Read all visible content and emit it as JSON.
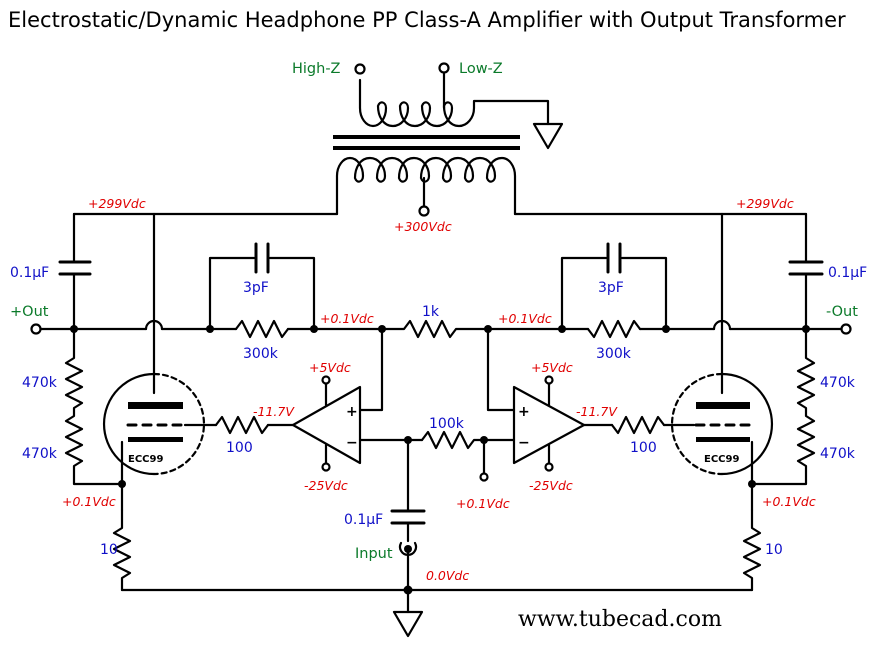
{
  "title": "Electrostatic/Dynamic Headphone PP Class-A Amplifier with Output Transformer",
  "url": "www.tubecad.com",
  "terminals": {
    "high_z": "High-Z",
    "low_z": "Low-Z",
    "plus_out": "+Out",
    "minus_out": "-Out",
    "input": "Input"
  },
  "components": {
    "cap_out_left": "0.1µF",
    "cap_out_right": "0.1µF",
    "cap_fb_left": "3pF",
    "cap_fb_right": "3pF",
    "res_fb_left": "300k",
    "res_fb_right": "300k",
    "res_bridge": "1k",
    "res_inv": "100k",
    "res_grid_left": "100",
    "res_grid_right": "100",
    "res_div_left_top": "470k",
    "res_div_left_bot": "470k",
    "res_div_right_top": "470k",
    "res_div_right_bot": "470k",
    "res_cath_left": "10",
    "res_cath_right": "10",
    "cap_input": "0.1µF",
    "tube_left": "ECC99",
    "tube_right": "ECC99"
  },
  "voltages": {
    "b_plus": "+300Vdc",
    "plate_left": "+299Vdc",
    "plate_right": "+299Vdc",
    "fb_left": "+0.1Vdc",
    "fb_right": "+0.1Vdc",
    "opamp_pos_left": "+5Vdc",
    "opamp_neg_left": "-25Vdc",
    "opamp_pos_right": "+5Vdc",
    "opamp_neg_right": "-25Vdc",
    "grid_left": "-11.7V",
    "grid_right": "-11.7V",
    "cath_left": "+0.1Vdc",
    "cath_right": "+0.1Vdc",
    "ref_mid": "+0.1Vdc",
    "ground": "0.0Vdc"
  },
  "opamp_signs": {
    "plus": "+",
    "minus": "−"
  }
}
